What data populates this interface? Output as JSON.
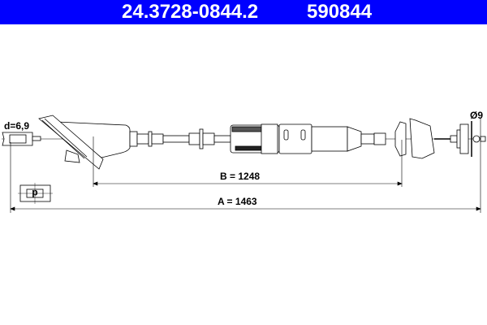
{
  "header": {
    "part_number": "24.3728-0844.2",
    "code": "590844",
    "background": "#0000ff"
  },
  "drawing": {
    "diameter_left": "d=6,9",
    "diameter_right": "Ø9",
    "dimension_b": "B = 1248",
    "dimension_a": "A = 1463",
    "symbol_letter": "d"
  }
}
